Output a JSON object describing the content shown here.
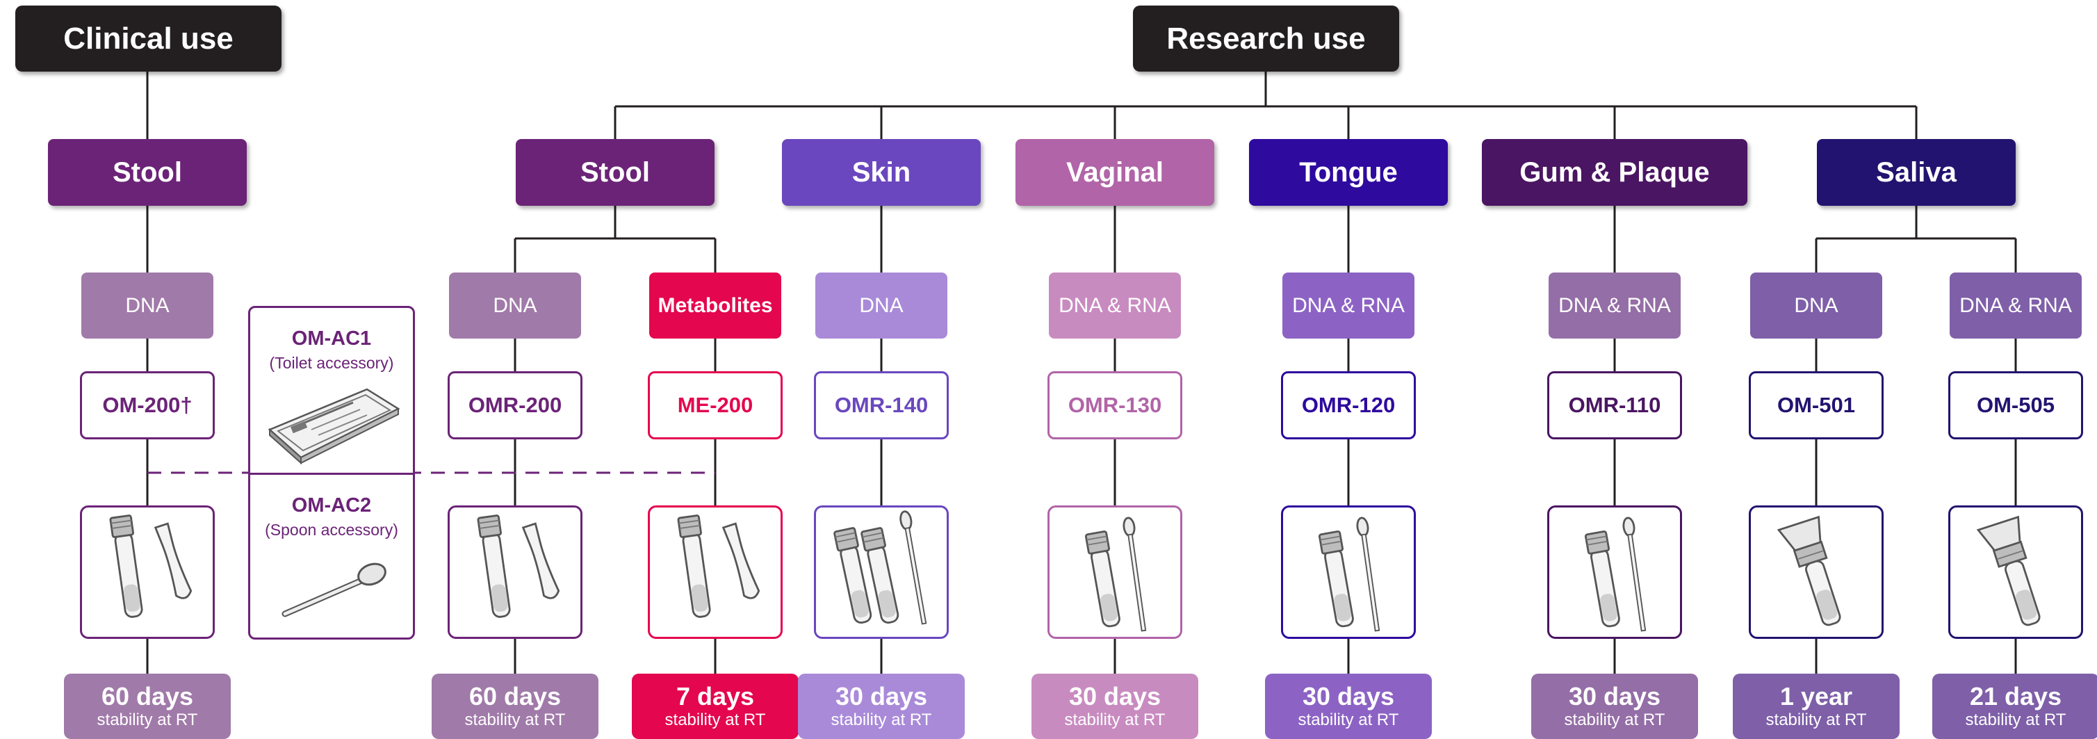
{
  "groups": {
    "clinical": "Clinical use",
    "research": "Research use"
  },
  "columns": [
    {
      "key": "c1",
      "category": "Stool",
      "kind": "DNA",
      "product": "OM-200†",
      "days": "60 days",
      "stability": "stability at RT",
      "icon": "tube-and-spatula-icon",
      "cat_color": "#6b2377",
      "kind_color": "#a07aa9",
      "prod_color": "#6b2377",
      "stab_color": "#a07aa9"
    },
    {
      "key": "r1",
      "category": "Stool",
      "kind": "DNA",
      "product": "OMR-200",
      "days": "60 days",
      "stability": "stability at RT",
      "icon": "tube-and-spatula-icon",
      "cat_color": "#6b2377",
      "kind_color": "#a07aa9",
      "prod_color": "#6b2377",
      "stab_color": "#a07aa9"
    },
    {
      "key": "r2",
      "category": "",
      "kind": "Metabolites",
      "product": "ME-200",
      "days": "7 days",
      "stability": "stability at RT",
      "icon": "tube-and-spatula-icon",
      "cat_color": "#6b2377",
      "kind_color": "#e4064f",
      "prod_color": "#e4064f",
      "stab_color": "#e4064f"
    },
    {
      "key": "r3",
      "category": "Skin",
      "kind": "DNA",
      "product": "OMR-140",
      "days": "30 days",
      "stability": "stability at RT",
      "icon": "two-tubes-and-swab-icon",
      "cat_color": "#6a47bf",
      "kind_color": "#a98ad8",
      "prod_color": "#6a47bf",
      "stab_color": "#a98ad8"
    },
    {
      "key": "r4",
      "category": "Vaginal",
      "kind": "DNA & RNA",
      "product": "OMR-130",
      "days": "30 days",
      "stability": "stability at RT",
      "icon": "tube-and-swab-icon",
      "cat_color": "#b164a7",
      "kind_color": "#c88bc0",
      "prod_color": "#b164a7",
      "stab_color": "#c88bc0"
    },
    {
      "key": "r5",
      "category": "Tongue",
      "kind": "DNA & RNA",
      "product": "OMR-120",
      "days": "30 days",
      "stability": "stability at RT",
      "icon": "tube-and-swab-icon",
      "cat_color": "#2e0a9e",
      "kind_color": "#8c63c4",
      "prod_color": "#2e0a9e",
      "stab_color": "#8c63c4"
    },
    {
      "key": "r6",
      "category": "Gum & Plaque",
      "kind": "DNA & RNA",
      "product": "OMR-110",
      "days": "30 days",
      "stability": "stability at RT",
      "icon": "tube-and-swab-icon",
      "cat_color": "#4a1562",
      "kind_color": "#946ea6",
      "prod_color": "#4a1562",
      "stab_color": "#946ea6"
    },
    {
      "key": "r7",
      "category": "Saliva",
      "kind": "DNA",
      "product": "OM-501",
      "days": "1 year",
      "stability": "stability at RT",
      "icon": "saliva-funnel-tube-icon",
      "cat_color": "#231370",
      "kind_color": "#7e5fa8",
      "prod_color": "#231370",
      "stab_color": "#7e5fa8"
    },
    {
      "key": "r8",
      "category": "",
      "kind": "DNA & RNA",
      "product": "OM-505",
      "days": "21 days",
      "stability": "stability at RT",
      "icon": "saliva-funnel-tube-icon",
      "cat_color": "#231370",
      "kind_color": "#7e5fa8",
      "prod_color": "#231370",
      "stab_color": "#7e5fa8"
    }
  ],
  "accessories": [
    {
      "name": "OM-AC1",
      "desc": "(Toilet accessory)",
      "icon": "toilet-accessory-icon"
    },
    {
      "name": "OM-AC2",
      "desc": "(Spoon accessory)",
      "icon": "spoon-icon"
    }
  ],
  "colors": {
    "line": "#231f20",
    "dashed": "#6b2377",
    "accessory": "#6b2377"
  }
}
